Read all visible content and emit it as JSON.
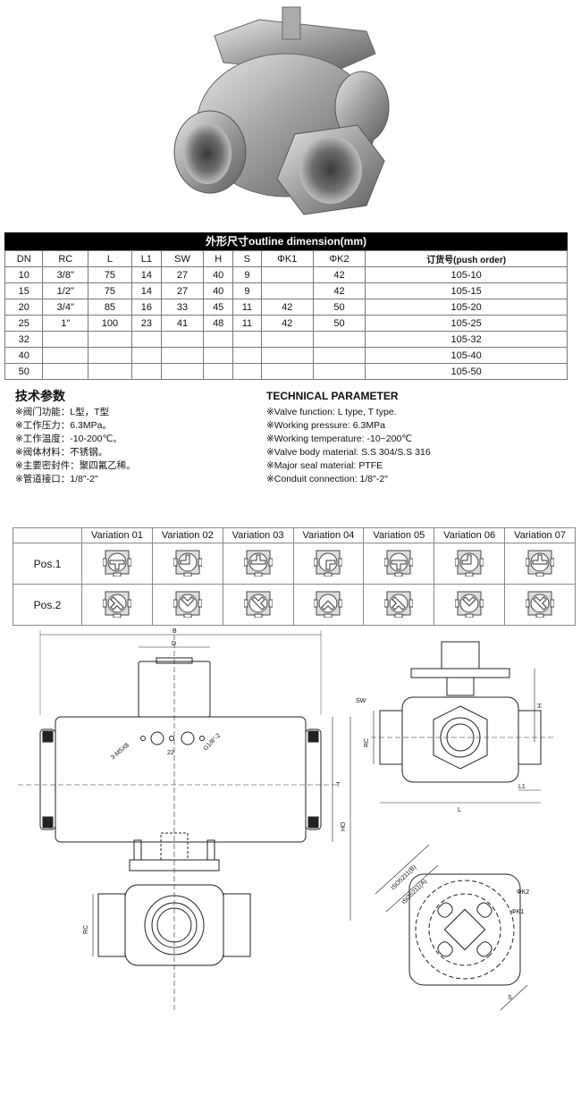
{
  "dimension_table": {
    "title": "外形尺寸outline dimension(mm)",
    "headers": [
      "DN",
      "RC",
      "L",
      "L1",
      "SW",
      "H",
      "S",
      "ΦK1",
      "ΦK2",
      "订货号(push order)"
    ],
    "rows": [
      [
        "10",
        "3/8\"",
        "75",
        "14",
        "27",
        "40",
        "9",
        "",
        "42",
        "105-10"
      ],
      [
        "15",
        "1/2\"",
        "75",
        "14",
        "27",
        "40",
        "9",
        "",
        "42",
        "105-15"
      ],
      [
        "20",
        "3/4\"",
        "85",
        "16",
        "33",
        "45",
        "11",
        "42",
        "50",
        "105-20"
      ],
      [
        "25",
        "1\"",
        "100",
        "23",
        "41",
        "48",
        "11",
        "42",
        "50",
        "105-25"
      ],
      [
        "32",
        "",
        "",
        "",
        "",
        "",
        "",
        "",
        "",
        "105-32"
      ],
      [
        "40",
        "",
        "",
        "",
        "",
        "",
        "",
        "",
        "",
        "105-40"
      ],
      [
        "50",
        "",
        "",
        "",
        "",
        "",
        "",
        "",
        "",
        "105-50"
      ]
    ]
  },
  "tech_zh": {
    "title": "技术参数",
    "lines": [
      "※阀门功能：L型，T型",
      "※工作压力：6.3MPa。",
      "※工作温度：-10-200℃。",
      "※阀体材料：不锈钢。",
      "※主要密封件：聚四氟乙稀。",
      "※管道接口：1/8\"-2\""
    ]
  },
  "tech_en": {
    "title": "TECHNICAL PARAMETER",
    "lines": [
      "※Valve function: L type, T type.",
      "※Working pressure: 6.3MPa",
      "※Working temperature: -10~200℃",
      "※Valve body material: S.S 304/S.S 316",
      "※Major seal material: PTFE",
      "※Conduit connection: 1/8\"-2\""
    ]
  },
  "variation_table": {
    "headers": [
      "Variation 01",
      "Variation 02",
      "Variation 03",
      "Variation 04",
      "Variation 05",
      "Variation 06",
      "Variation 07"
    ],
    "rows": [
      "Pos.1",
      "Pos.2"
    ]
  },
  "drawing_labels": {
    "b": "B",
    "d": "D",
    "t": "T",
    "ho": "HO",
    "rc": "RC",
    "rc2": "RC",
    "holes": "3-M5X8",
    "dim22": "22",
    "g18": "G1/8\"-2",
    "sw": "SW",
    "h": "H",
    "l": "L",
    "l1": "L1",
    "iso_b": "ISO5211(B)",
    "iso_a": "ISO5211(A)",
    "k2": "ΦK2",
    "k1": "ΦK1",
    "s": "S"
  }
}
